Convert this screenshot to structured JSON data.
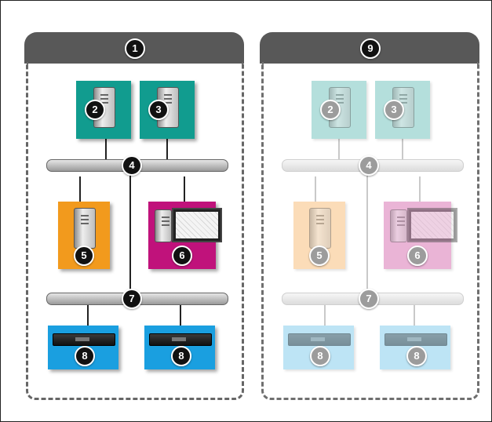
{
  "colors": {
    "header": "#585858",
    "teal": "#119c8f",
    "orange": "#f29a1d",
    "magenta": "#c0127b",
    "blue": "#1a9fe0",
    "teal_faded": "#b4dfdc",
    "orange_faded": "#fbdcb8",
    "magenta_faded": "#eab4d6",
    "blue_faded": "#bde4f5"
  },
  "panels": [
    {
      "header_number": "1",
      "nodes": {
        "server_a": "2",
        "server_b": "3",
        "bus_top": "4",
        "server_c": "5",
        "workstation": "6",
        "bus_bottom": "7",
        "device_a": "8",
        "device_b": "8"
      }
    },
    {
      "header_number": "9",
      "nodes": {
        "server_a": "2",
        "server_b": "3",
        "bus_top": "4",
        "server_c": "5",
        "workstation": "6",
        "bus_bottom": "7",
        "device_a": "8",
        "device_b": "8"
      }
    }
  ],
  "icons": {
    "server": "server-tower-icon",
    "workstation": "workstation-icon",
    "device": "rack-device-icon"
  }
}
